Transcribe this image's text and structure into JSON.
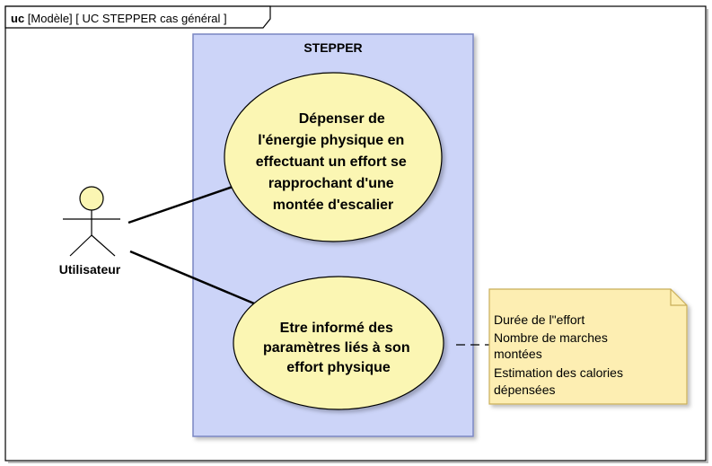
{
  "frame": {
    "keyword": "uc",
    "title": "[Modèle]  [ UC STEPPER cas général ]"
  },
  "system": {
    "name": "STEPPER"
  },
  "actor": {
    "name": "Utilisateur"
  },
  "use_cases": [
    {
      "lines": [
        "Dépenser   de",
        "l'énergie physique en",
        "effectuant un effort se",
        "rapprochant d'une",
        "montée d'escalier"
      ]
    },
    {
      "lines": [
        "Etre informé des",
        "paramètres liés à son",
        "effort physique"
      ]
    }
  ],
  "note": {
    "lines": [
      "Durée de l\"effort",
      "Nombre de marches",
      "montées",
      "Estimation des calories",
      "dépensées"
    ]
  },
  "colors": {
    "system_fill": "#ccd4f8",
    "system_stroke": "#7a86c2",
    "usecase_fill": "#fbf6b3",
    "actor_head": "#fbf6b3",
    "note_fill": "#fdeeb2",
    "note_stroke": "#c9ae5a",
    "line": "#000000"
  }
}
